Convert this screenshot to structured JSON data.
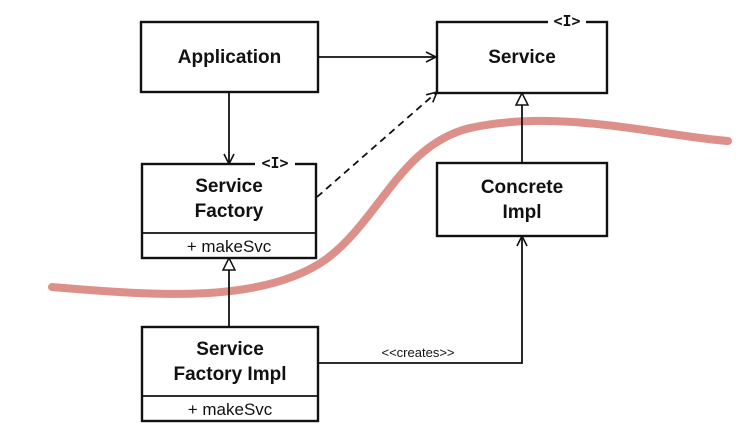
{
  "classes": {
    "application": {
      "name": "Application"
    },
    "service": {
      "name": "Service",
      "stereotype": "<I>"
    },
    "service_factory": {
      "name_line1": "Service",
      "name_line2": "Factory",
      "stereotype": "<I>",
      "member": "+ makeSvc"
    },
    "concrete_impl": {
      "name_line1": "Concrete",
      "name_line2": "Impl"
    },
    "service_factory_impl": {
      "name_line1": "Service",
      "name_line2": "Factory Impl",
      "member": "+ makeSvc"
    }
  },
  "edges": {
    "creates_label": "<<creates>>"
  },
  "colors": {
    "boundary_line": "#d9837c",
    "ink": "#111111"
  }
}
